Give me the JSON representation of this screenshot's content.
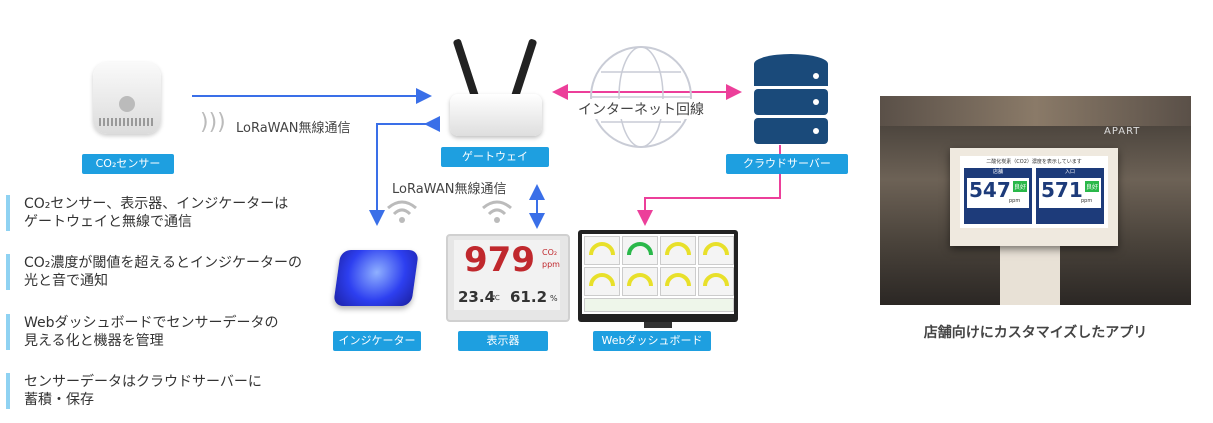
{
  "devices": {
    "co2_sensor": "CO₂センサー",
    "gateway": "ゲートウェイ",
    "cloud_server": "クラウドサーバー",
    "indicator": "インジケーター",
    "display": "表示器",
    "web_dashboard": "Webダッシュボード"
  },
  "links": {
    "lorawan_top": "LoRaWAN無線通信",
    "lorawan_mid": "LoRaWAN無線通信",
    "internet": "インターネット回線"
  },
  "display_panel": {
    "co2_value": "979",
    "co2_unit_a": "CO₂",
    "co2_unit_b": "ppm",
    "temp": "23.4",
    "temp_unit": "℃",
    "humidity": "61.2",
    "humidity_unit": "%"
  },
  "kiosk": {
    "header": "二酸化炭素（CO2）濃度を表示しています",
    "left_label": "店舗",
    "left_value": "547",
    "left_badge": "良好",
    "right_label": "入口",
    "right_value": "571",
    "right_badge": "良好",
    "unit": "ppm",
    "store_sign": "APART",
    "caption": "店舗向けにカスタマイズしたアプリ"
  },
  "bullets": [
    {
      "line1": "CO₂センサー、表示器、インジケーターは",
      "line2": "ゲートウェイと無線で通信"
    },
    {
      "line1": "CO₂濃度が閾値を超えるとインジケーターの",
      "line2": "光と音で通知"
    },
    {
      "line1": "Webダッシュボードでセンサーデータの",
      "line2": "見える化と機器を管理"
    },
    {
      "line1": "センサーデータはクラウドサーバーに",
      "line2": "蓄積・保存"
    }
  ],
  "colors": {
    "tag_blue": "#1e9fe0",
    "arrow_blue": "#3a6fe8",
    "arrow_pink": "#ec3f9a",
    "bullet_bar": "#8fd2f2"
  }
}
